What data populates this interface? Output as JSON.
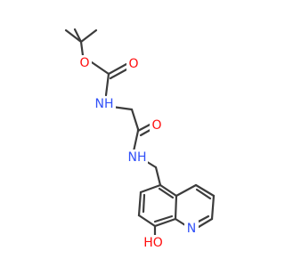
{
  "molecule": {
    "atoms": [
      {
        "id": "ho",
        "label": "HO",
        "color": "#ff0d0d",
        "icon": "hydroxyl-label"
      },
      {
        "id": "n_ring",
        "label": "N",
        "color": "#3050f8",
        "icon": "quinoline-nitrogen-label"
      },
      {
        "id": "nh_amide",
        "label": "NH",
        "color": "#3050f8",
        "icon": "amide-nh-label"
      },
      {
        "id": "o_amide",
        "label": "O",
        "color": "#ff0d0d",
        "icon": "amide-oxygen-label"
      },
      {
        "id": "nh_carbamate",
        "label": "NH",
        "color": "#3050f8",
        "icon": "carbamate-nh-label"
      },
      {
        "id": "o_ester",
        "label": "O",
        "color": "#ff0d0d",
        "icon": "ester-oxygen-label"
      },
      {
        "id": "o_carbonyl",
        "label": "O",
        "color": "#ff0d0d",
        "icon": "carbamate-carbonyl-oxygen-label"
      }
    ],
    "bond_color": "#3c3c3c"
  }
}
